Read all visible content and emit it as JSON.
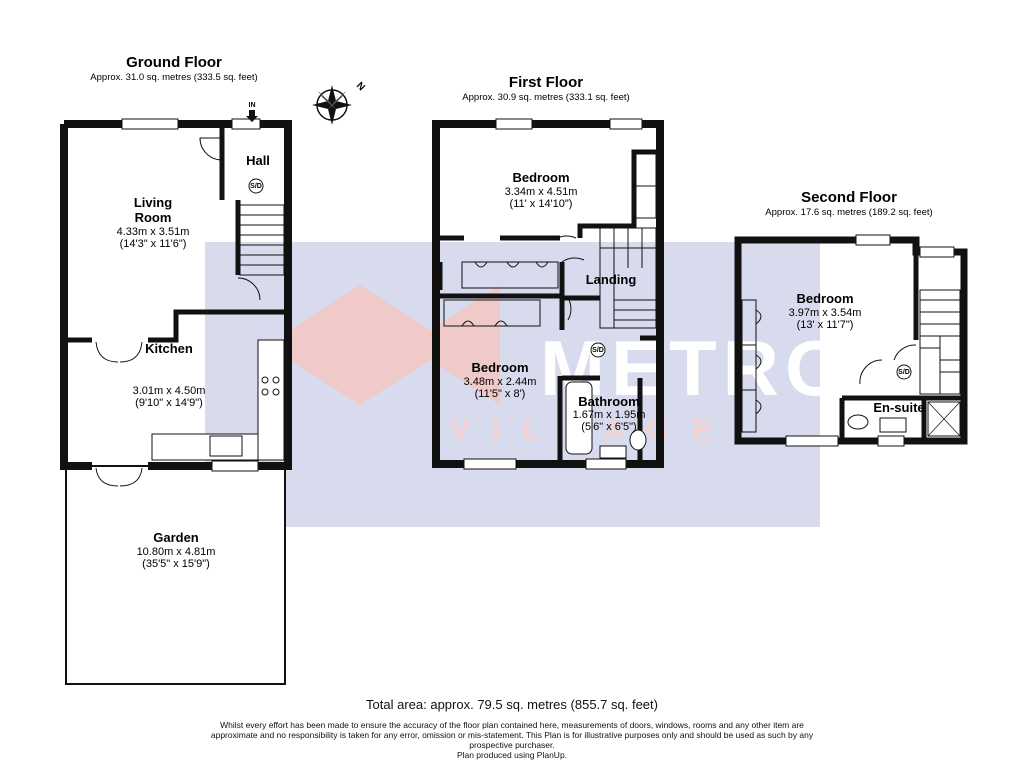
{
  "floors": {
    "ground": {
      "title": "Ground Floor",
      "area": "Approx. 31.0 sq. metres (333.5 sq. feet)"
    },
    "first": {
      "title": "First Floor",
      "area": "Approx. 30.9 sq. metres (333.1 sq. feet)"
    },
    "second": {
      "title": "Second Floor",
      "area": "Approx. 17.6 sq. metres (189.2 sq. feet)"
    }
  },
  "rooms": {
    "hall": {
      "name": "Hall"
    },
    "living": {
      "name_line1": "Living",
      "name_line2": "Room",
      "dim_m": "4.33m x 3.51m",
      "dim_ft": "(14'3\" x 11'6\")"
    },
    "kitchen": {
      "name": "Kitchen",
      "dim_m": "3.01m x 4.50m",
      "dim_ft": "(9'10\" x 14'9\")"
    },
    "garden": {
      "name": "Garden",
      "dim_m": "10.80m x 4.81m",
      "dim_ft": "(35'5\" x 15'9\")"
    },
    "bedroom1": {
      "name": "Bedroom",
      "dim_m": "3.34m x 4.51m",
      "dim_ft": "(11' x 14'10\")"
    },
    "landing": {
      "name": "Landing"
    },
    "bedroom2": {
      "name": "Bedroom",
      "dim_m": "3.48m x 2.44m",
      "dim_ft": "(11'5\" x 8')"
    },
    "bathroom": {
      "name": "Bathroom",
      "dim_m": "1.67m x 1.95m",
      "dim_ft": "(5'6\" x 6'5\")"
    },
    "bedroom3": {
      "name": "Bedroom",
      "dim_m": "3.97m x 3.54m",
      "dim_ft": "(13' x 11'7\")"
    },
    "ensuite": {
      "name": "En-suite"
    }
  },
  "labels": {
    "entrance": "IN",
    "smoke_detector": "S/D",
    "north": "N"
  },
  "watermark": {
    "brand": "METRO",
    "sub": "VILLAGE",
    "color": "#3a4aa0",
    "accent": "#d9534f"
  },
  "footer": {
    "total": "Total area: approx. 79.5 sq. metres (855.7 sq. feet)",
    "disclaimer_line1": "Whilst every effort has been made to ensure the accuracy of the floor plan contained here, measurements of doors, windows, rooms and any other item are",
    "disclaimer_line2": "approximate and no responsibility is taken for any error, omission or mis-statement.  This Plan is for illustrative purposes only and should be used as such by any",
    "disclaimer_line3": "prospective purchaser.",
    "disclaimer_line4": "Plan produced using PlanUp."
  }
}
